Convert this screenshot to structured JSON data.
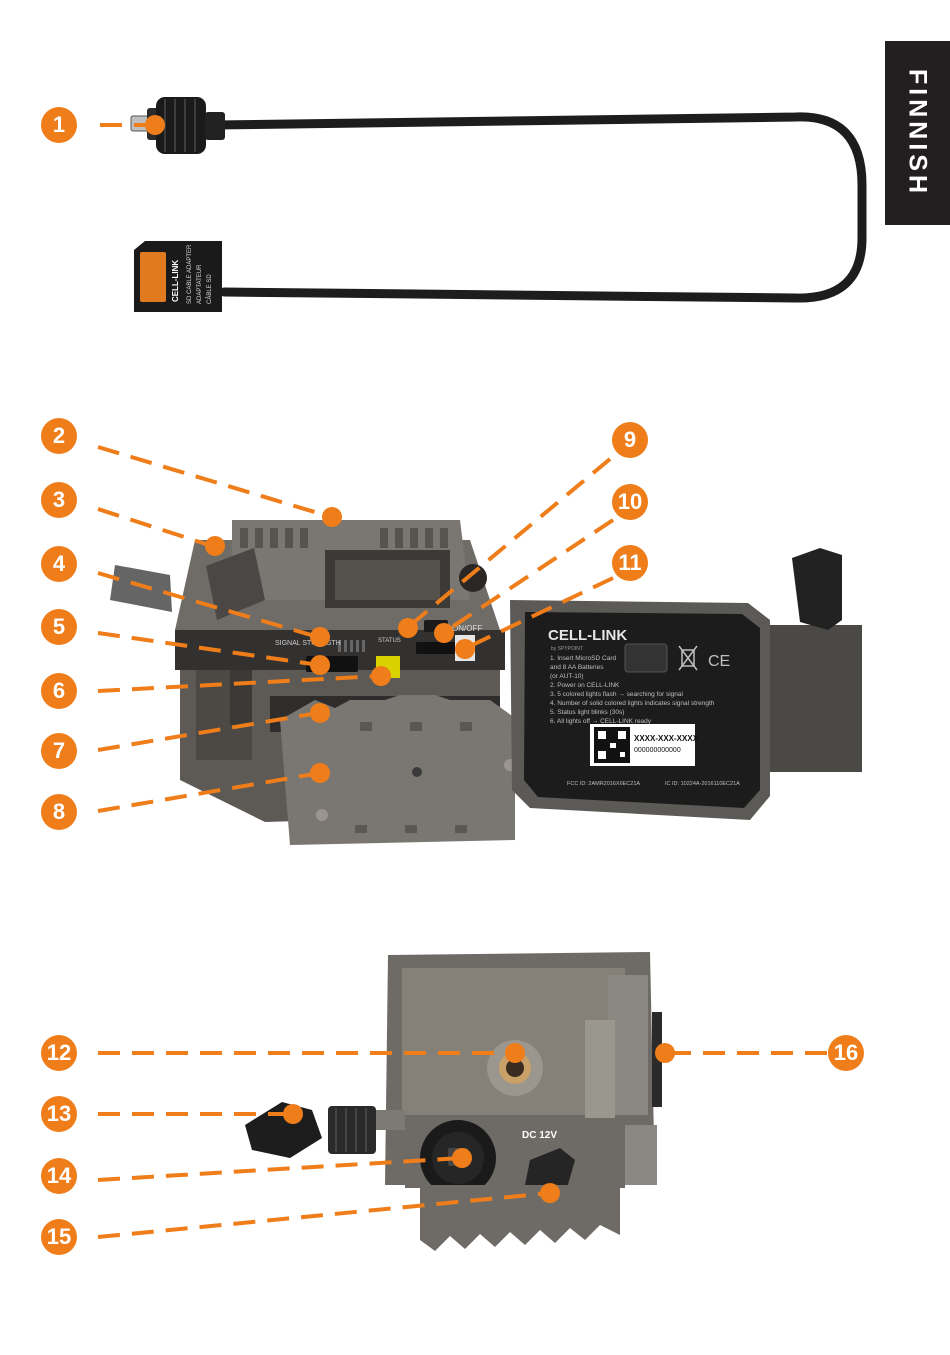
{
  "language_tab": {
    "label": "FINNISH"
  },
  "callouts": [
    "1",
    "2",
    "3",
    "4",
    "5",
    "6",
    "7",
    "8",
    "9",
    "10",
    "11",
    "12",
    "13",
    "14",
    "15",
    "16"
  ],
  "colors": {
    "accent": "#ee7d1a",
    "tab": "#231f20",
    "body": "#6f6c67",
    "body_dark": "#4f4c48",
    "cable": "#1d1d1d"
  },
  "adapter": {
    "brand": "CELL-LINK",
    "line1": "SD CABLE ADAPTER",
    "line2": "ADAPTATEUR",
    "line3": "CÂBLE SD"
  },
  "camera": {
    "signal_label": "SIGNAL STRENGTH",
    "status_label": "STATUS",
    "power_label": "ON/OFF"
  },
  "door": {
    "title": "CELL-LINK",
    "subtitle": "by SPYPOINT",
    "steps": [
      "1. Insert MicroSD Card",
      "   and 8 AA Batteries",
      "   (or AUT-10)",
      "2. Power on CELL-LINK",
      "3. 5 colored lights flash → searching for signal",
      "4. Number of solid colored lights indicates signal strength",
      "5. Status light blinks (30s)",
      "6. All lights off → CELL-LINK ready"
    ],
    "serial": "XXXX-XXX-XXXX",
    "serial2": "000000000000",
    "fcc": "FCC ID: 2AMR2016X6EC21A",
    "ic": "IC ID: 10224A-2016110EC21A",
    "ce": "CE"
  },
  "dc_label": "DC 12V"
}
